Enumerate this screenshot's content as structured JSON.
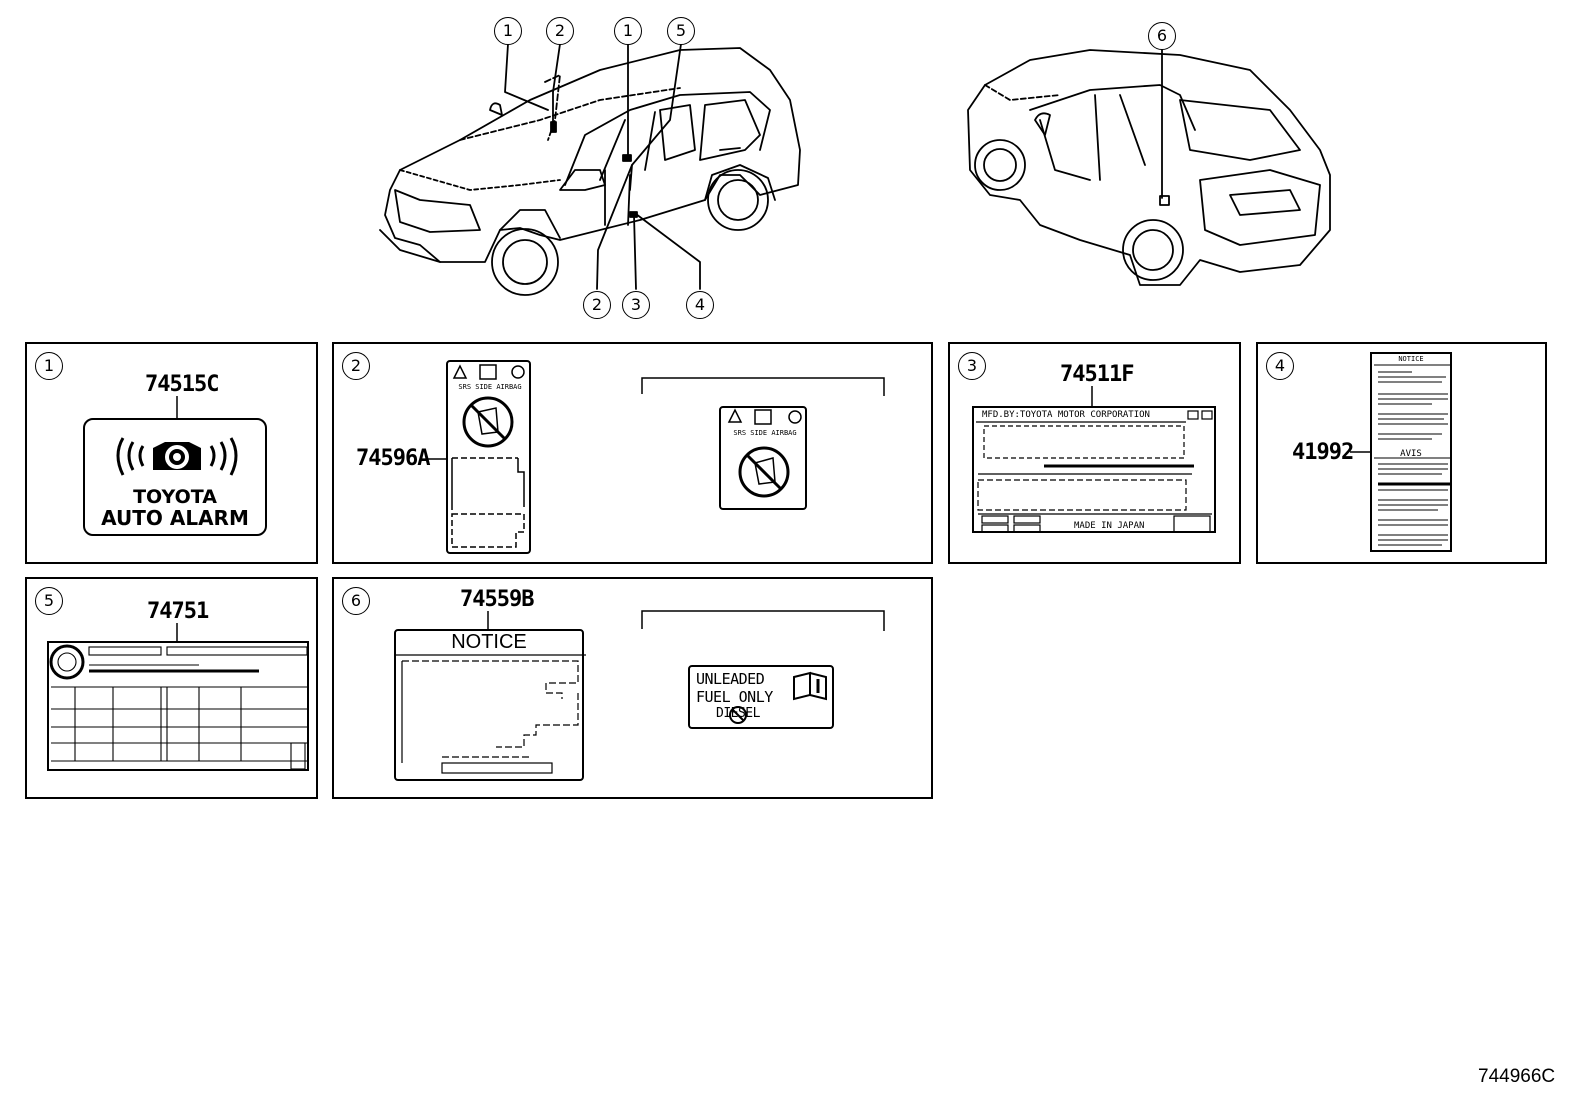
{
  "diagram": {
    "callouts": {
      "front": [
        "1",
        "2",
        "1",
        "5",
        "2",
        "3",
        "4"
      ],
      "rear": [
        "6"
      ]
    },
    "panels": [
      {
        "num": "1",
        "part": "74515C",
        "label_lines": [
          "TOYOTA",
          "AUTO ALARM"
        ]
      },
      {
        "num": "2",
        "part": "74596A",
        "label_top": "SRS  SIDE  AIRBAG",
        "label_top_alt": "SRS  SIDE  AIRBAG"
      },
      {
        "num": "3",
        "part": "74511F",
        "maker_line": "MFD.BY:TOYOTA MOTOR CORPORATION",
        "origin": "MADE IN JAPAN"
      },
      {
        "num": "4",
        "part": "41992",
        "heading": "NOTICE",
        "avis": "AVIS"
      },
      {
        "num": "5",
        "part": "74751"
      },
      {
        "num": "6",
        "part": "74559B",
        "notice": "NOTICE",
        "fuel_lines": [
          "UNLEADED",
          "FUEL ONLY",
          "DIESEL"
        ]
      }
    ],
    "reference": "744966C"
  }
}
